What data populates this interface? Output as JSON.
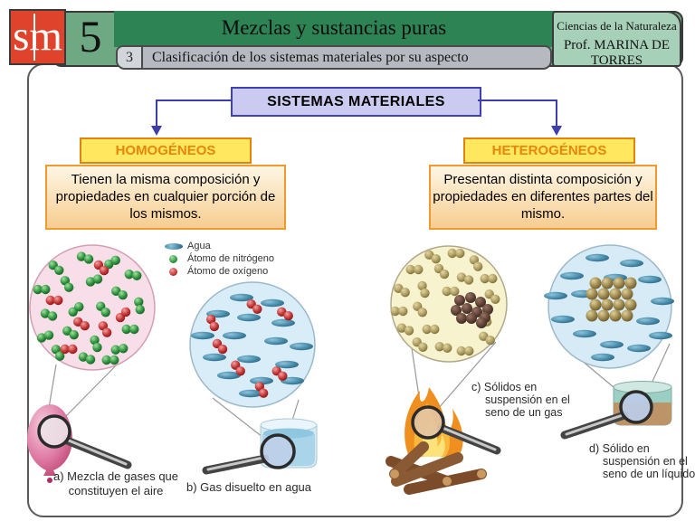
{
  "header": {
    "logo_text": "sm",
    "unit_number": "5",
    "title": "Mezclas y sustancias puras",
    "section_number": "3",
    "section_title": "Clasificación de los sistemas materiales por su aspecto",
    "course": "Ciencias de la Naturaleza",
    "teacher": "Prof. MARINA DE TORRES"
  },
  "diagram": {
    "root_label": "SISTEMAS MATERIALES",
    "branches": [
      {
        "label": "HOMOGÉNEOS",
        "description": "Tienen la misma composición y propiedades en cualquier porción de los mismos."
      },
      {
        "label": "HETEROGÉNEOS",
        "description": "Presentan distinta composición y propiedades en diferentes partes del mismo."
      }
    ]
  },
  "legend": {
    "items": [
      {
        "symbol": "water-oval",
        "label": "Agua",
        "color": "#4589a8"
      },
      {
        "symbol": "green-sphere",
        "label": "Átomo de nitrógeno",
        "color": "#2c8f3c"
      },
      {
        "symbol": "red-sphere",
        "label": "Átomo de oxígeno",
        "color": "#c03030"
      }
    ]
  },
  "figures": [
    {
      "id": "a",
      "caption": "a) Mezcla de gases que constituyen el aire"
    },
    {
      "id": "b",
      "caption": "b) Gas disuelto en agua"
    },
    {
      "id": "c",
      "caption": "c) Sólidos en suspensión en el seno de un gas"
    },
    {
      "id": "d",
      "caption": "d) Sólido en suspensión en el seno de un líquido"
    }
  ],
  "colors": {
    "logo_red": "#e0432b",
    "header_green": "#6fa983",
    "banner_green": "#2e8355",
    "course_green": "#a6d0b8",
    "root_box_fill": "#cbcbf1",
    "root_box_border": "#4040b0",
    "branch_fill": "#ffe75f",
    "branch_border": "#e2830e",
    "branch_text": "#e8860a",
    "arrow_blue": "#3d3dac"
  },
  "illustrations": {
    "gas_mixture": {
      "green_pairs": [
        [
          -8,
          -55,
          20
        ],
        [
          22,
          -50,
          -30
        ],
        [
          45,
          -36,
          10
        ],
        [
          -40,
          -44,
          40
        ],
        [
          -56,
          -20,
          0
        ],
        [
          -28,
          -26,
          60
        ],
        [
          2,
          -30,
          -20
        ],
        [
          30,
          -16,
          30
        ],
        [
          52,
          -2,
          80
        ],
        [
          -48,
          8,
          20
        ],
        [
          -18,
          2,
          -40
        ],
        [
          12,
          2,
          50
        ],
        [
          42,
          24,
          0
        ],
        [
          -52,
          32,
          -20
        ],
        [
          -24,
          28,
          30
        ],
        [
          4,
          40,
          70
        ],
        [
          30,
          46,
          -10
        ],
        [
          -6,
          56,
          20
        ],
        [
          -38,
          50,
          60
        ],
        [
          20,
          58,
          0
        ]
      ],
      "red_pairs": [
        [
          10,
          -44,
          45
        ],
        [
          -42,
          -8,
          0
        ],
        [
          -12,
          18,
          30
        ],
        [
          34,
          8,
          -45
        ],
        [
          -26,
          46,
          0
        ],
        [
          14,
          24,
          60
        ]
      ]
    },
    "gas_in_water": {
      "water_ovals": [
        [
          -12,
          -52
        ],
        [
          22,
          -46
        ],
        [
          -38,
          -34
        ],
        [
          -4,
          -30
        ],
        [
          34,
          -24
        ],
        [
          -55,
          -10
        ],
        [
          -20,
          -10
        ],
        [
          26,
          -4
        ],
        [
          54,
          2
        ],
        [
          -42,
          14
        ],
        [
          -4,
          16
        ],
        [
          38,
          22
        ],
        [
          -26,
          34
        ],
        [
          10,
          40
        ],
        [
          44,
          40
        ],
        [
          -2,
          54
        ]
      ],
      "red_pairs": [
        [
          2,
          -42,
          40
        ],
        [
          -44,
          -24,
          65
        ],
        [
          36,
          -34,
          30
        ],
        [
          -36,
          2,
          45
        ],
        [
          -16,
          26,
          50
        ],
        [
          30,
          32,
          40
        ],
        [
          10,
          50,
          60
        ]
      ]
    },
    "solid_in_gas": {
      "tan_pairs": [
        [
          -18,
          -52,
          30
        ],
        [
          8,
          -56,
          0
        ],
        [
          30,
          -45,
          60
        ],
        [
          -38,
          -38,
          0
        ],
        [
          -8,
          -36,
          45
        ],
        [
          18,
          -28,
          20
        ],
        [
          44,
          -28,
          0
        ],
        [
          -52,
          -15,
          30
        ],
        [
          -28,
          -16,
          70
        ],
        [
          2,
          -14,
          0
        ],
        [
          48,
          -8,
          40
        ],
        [
          -55,
          8,
          0
        ],
        [
          -32,
          6,
          50
        ],
        [
          -48,
          28,
          20
        ],
        [
          -20,
          28,
          0
        ],
        [
          40,
          16,
          60
        ],
        [
          -32,
          45,
          40
        ],
        [
          -6,
          48,
          10
        ],
        [
          18,
          52,
          0
        ],
        [
          42,
          38,
          30
        ]
      ],
      "cluster": [
        [
          0,
          -6
        ],
        [
          12,
          -9
        ],
        [
          23,
          -4
        ],
        [
          31,
          4
        ],
        [
          -4,
          5
        ],
        [
          8,
          3
        ],
        [
          19,
          7
        ],
        [
          28,
          13
        ],
        [
          2,
          14
        ],
        [
          13,
          14
        ],
        [
          24,
          19
        ]
      ]
    },
    "solid_in_liquid": {
      "water_ovals": [
        [
          -14,
          -54
        ],
        [
          24,
          -48
        ],
        [
          -42,
          -34
        ],
        [
          6,
          -32
        ],
        [
          44,
          -30
        ],
        [
          -60,
          -12
        ],
        [
          -30,
          -14
        ],
        [
          58,
          -6
        ],
        [
          -52,
          14
        ],
        [
          42,
          16
        ],
        [
          -28,
          30
        ],
        [
          2,
          42
        ],
        [
          32,
          46
        ],
        [
          -8,
          56
        ],
        [
          56,
          32
        ]
      ],
      "cluster": [
        [
          -18,
          -18
        ],
        [
          -5,
          -18
        ],
        [
          8,
          -18
        ],
        [
          21,
          -18
        ],
        [
          -22,
          -6
        ],
        [
          -9,
          -6
        ],
        [
          4,
          -6
        ],
        [
          17,
          -6
        ],
        [
          -18,
          6
        ],
        [
          -5,
          6
        ],
        [
          8,
          6
        ],
        [
          21,
          6
        ],
        [
          -22,
          18
        ],
        [
          -9,
          18
        ],
        [
          4,
          18
        ],
        [
          17,
          18
        ]
      ]
    }
  }
}
